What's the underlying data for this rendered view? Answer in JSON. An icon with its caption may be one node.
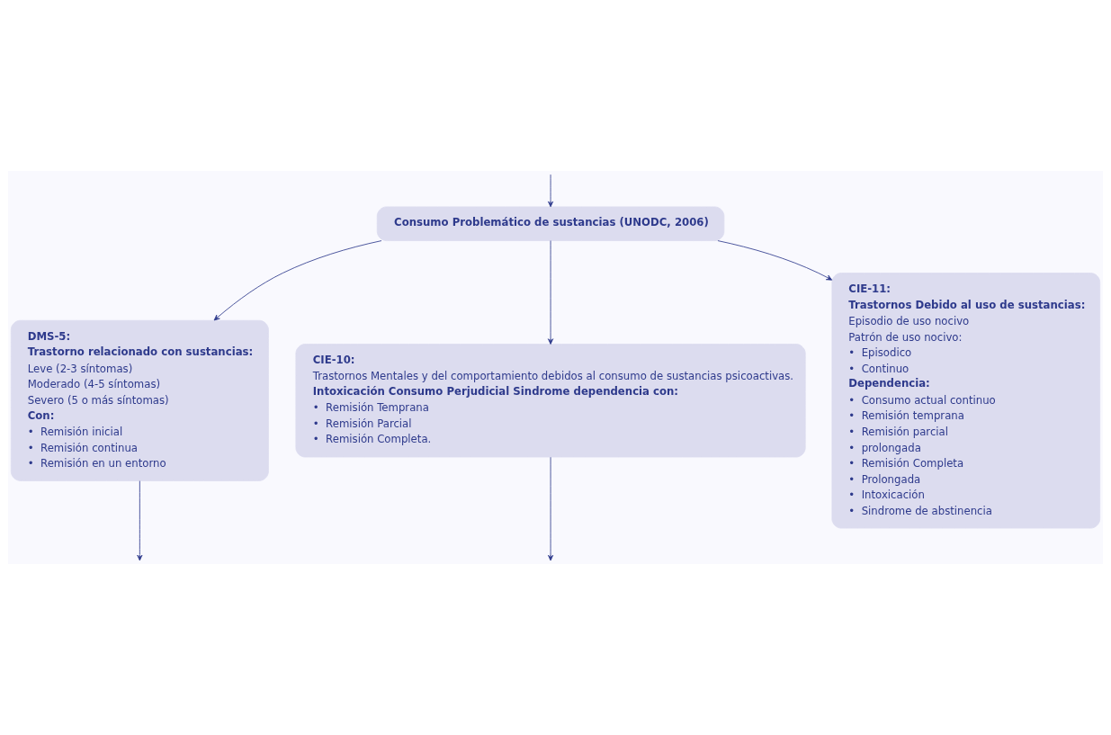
{
  "diagram": {
    "nodes": [
      {
        "text": [
          "Consumo Problemático de sustancias (UNODC, 2006)"
        ]
      },
      {
        "text": [
          "DMS-5:",
          "Trastorno relacionado con sustancias:",
          "Leve (2-3 síntomas)",
          "Moderado (4-5 síntomas)",
          "Severo (5 o más síntomas)",
          "Con:",
          "•  Remisión inicial",
          "•  Remisión continua",
          "•  Remisión en un entorno"
        ]
      },
      {
        "text": [
          "CIE-10:",
          "Trastornos Mentales y del comportamiento debidos al consumo de sustancias psicoactivas.",
          "Intoxicación Consumo Perjudicial Sindrome dependencia con:",
          "•  Remisión Temprana",
          "•  Remisión Parcial",
          "•  Remisión Completa."
        ]
      },
      {
        "text": [
          "CIE-11:",
          "Trastornos Debido al uso de sustancias:",
          "Episodio de uso nocivo",
          "Patrón de uso nocivo:",
          "•  Episodico",
          "•  Continuo",
          "Dependencia:",
          "•  Consumo actual continuo",
          "•  Remisión temprana",
          "•  Remisión parcial",
          "•  prolongada",
          "•  Remisión Completa",
          "•  Prolongada",
          "•  Intoxicación",
          "•  Sindrome de abstinencia"
        ]
      }
    ],
    "edges": [
      {
        "from": null,
        "to": 0,
        "arrow": "to"
      },
      {
        "from": 0,
        "to": 1,
        "arrow": "to"
      },
      {
        "from": 0,
        "to": 2,
        "arrow": "to"
      },
      {
        "from": 0,
        "to": 3,
        "arrow": "to"
      },
      {
        "from": 1,
        "to": null,
        "arrow": "to"
      },
      {
        "from": 2,
        "to": null,
        "arrow": "to"
      }
    ]
  }
}
